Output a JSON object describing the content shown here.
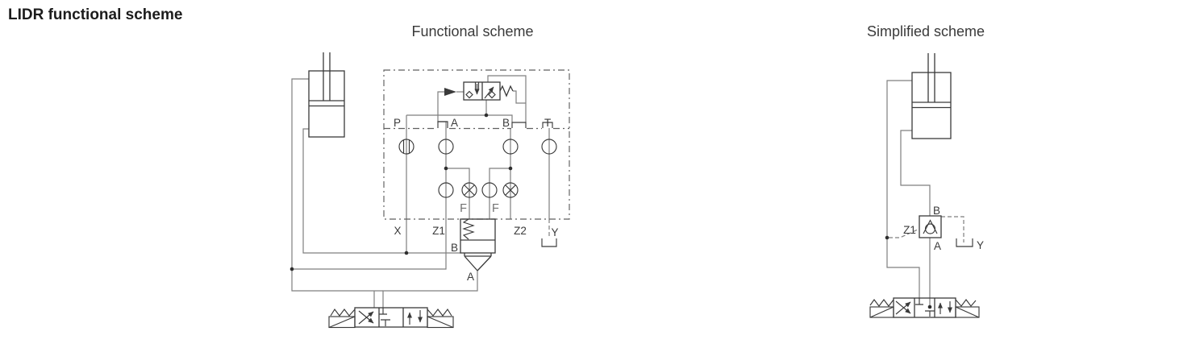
{
  "page": {
    "title": "LIDR functional scheme"
  },
  "functional": {
    "title": "Functional scheme",
    "ports": {
      "p": "P",
      "a": "A",
      "b": "B",
      "t": "T"
    },
    "bottom_ports": {
      "x": "X",
      "z1": "Z1",
      "z2": "Z2",
      "y": "Y"
    },
    "orifices": {
      "f1": "F",
      "f2": "F"
    },
    "relief_valve": {
      "b": "B",
      "a": "A"
    }
  },
  "simplified": {
    "title": "Simplified scheme",
    "labels": {
      "z1": "Z1",
      "b": "B",
      "a": "A",
      "y": "Y"
    }
  }
}
